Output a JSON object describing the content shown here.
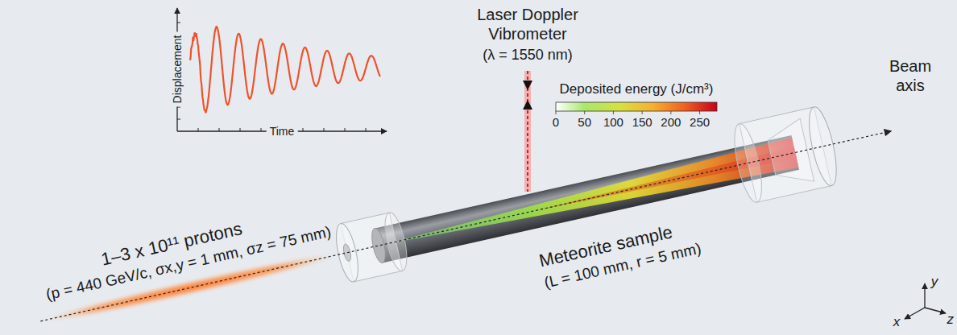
{
  "diagram": {
    "labels": [
      "Displacement",
      "Time",
      "Laser Doppler",
      "Vibrometer",
      "(λ = 1550 nm)",
      "Deposited energy (J/cm³)",
      "0",
      "50",
      "100",
      "150",
      "200",
      "250",
      "Beam",
      "axis",
      "1–3 x 10¹¹ protons",
      "(p = 440 GeV/c, σx,y = 1 mm, σz = 75 mm)",
      "Meteorite sample",
      "(L = 100 mm, r = 5 mm)",
      "y",
      "x",
      "z"
    ]
  }
}
